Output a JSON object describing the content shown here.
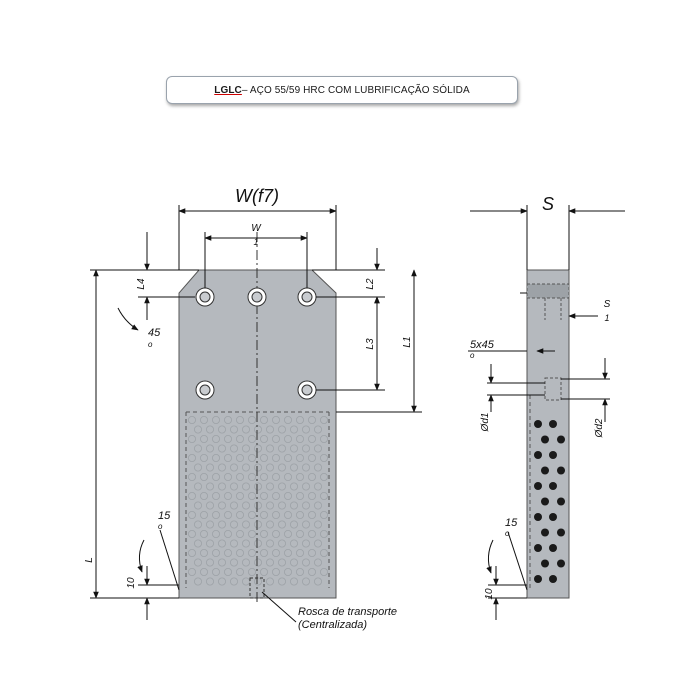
{
  "title": {
    "code": "LGLC",
    "text": " – AÇO 55/59 HRC COM LUBRIFICAÇÃO SÓLIDA"
  },
  "labels": {
    "W_f7": "W(f7)",
    "S": "S",
    "W": "W",
    "W_sub": "1",
    "S_small": "S",
    "S_sub": "1",
    "L4": "L4",
    "L2": "L2",
    "L3": "L3",
    "L1": "L1",
    "L": "L",
    "angle45": "45",
    "angle15_front": "15",
    "angle15_side": "15",
    "ten_front": "10",
    "ten_side": "10",
    "chamfer": "5x45",
    "d1": "Ød1",
    "d2": "Ød2",
    "deg": "o"
  },
  "note": {
    "line1": "Rosca de transporte",
    "line2": "(Centralizada)"
  },
  "colors": {
    "plate": "#b5b9be",
    "plate_dark": "#8e9398",
    "dot": "#9da2a7",
    "graphite": "#1a1a1a",
    "line": "#111111"
  }
}
